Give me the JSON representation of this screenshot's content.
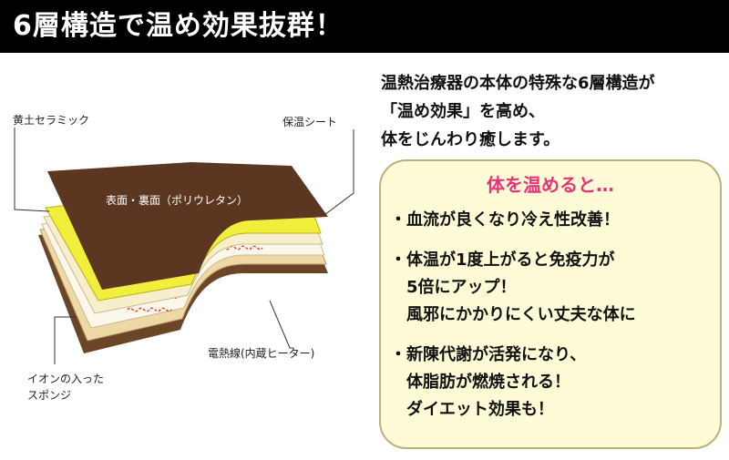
{
  "banner": {
    "title": "6層構造で温め効果抜群！"
  },
  "diagram": {
    "labels": {
      "ceramic": "黄土セラミック",
      "sheet": "保温シート",
      "surface": "表面・裏面（ポリウレタン）",
      "heater": "電熱線(内蔵ヒーター)",
      "sponge_1": "イオンの入った",
      "sponge_2": "スポンジ"
    },
    "colors": {
      "surface": "#5b3722",
      "yellow": "#f2ee3c",
      "sheet": "#f7eecb",
      "heater_layer": "#fbf7ea",
      "heater_wire": "#e23a2a",
      "sponge": "#eed8a6"
    }
  },
  "intro": {
    "lines": [
      "温熱治療器の本体の特殊な6層構造が",
      "「温め効果」を高め、",
      "体をじんわり癒します。"
    ]
  },
  "benefits": {
    "title": "体を温めると…",
    "bullet": "・",
    "items": [
      [
        "血流が良くなり冷え性改善！"
      ],
      [
        "体温が1度上がると免疫力が",
        "5倍にアップ！"
      ],
      [
        "風邪にかかりにくい丈夫な体に"
      ],
      [
        "新陳代謝が活発になり、",
        "体脂肪が燃焼される！",
        "ダイエット効果も！"
      ]
    ],
    "colors": {
      "background": "#fefbd6",
      "border": "#b9b27a",
      "title": "#e8347a"
    }
  }
}
